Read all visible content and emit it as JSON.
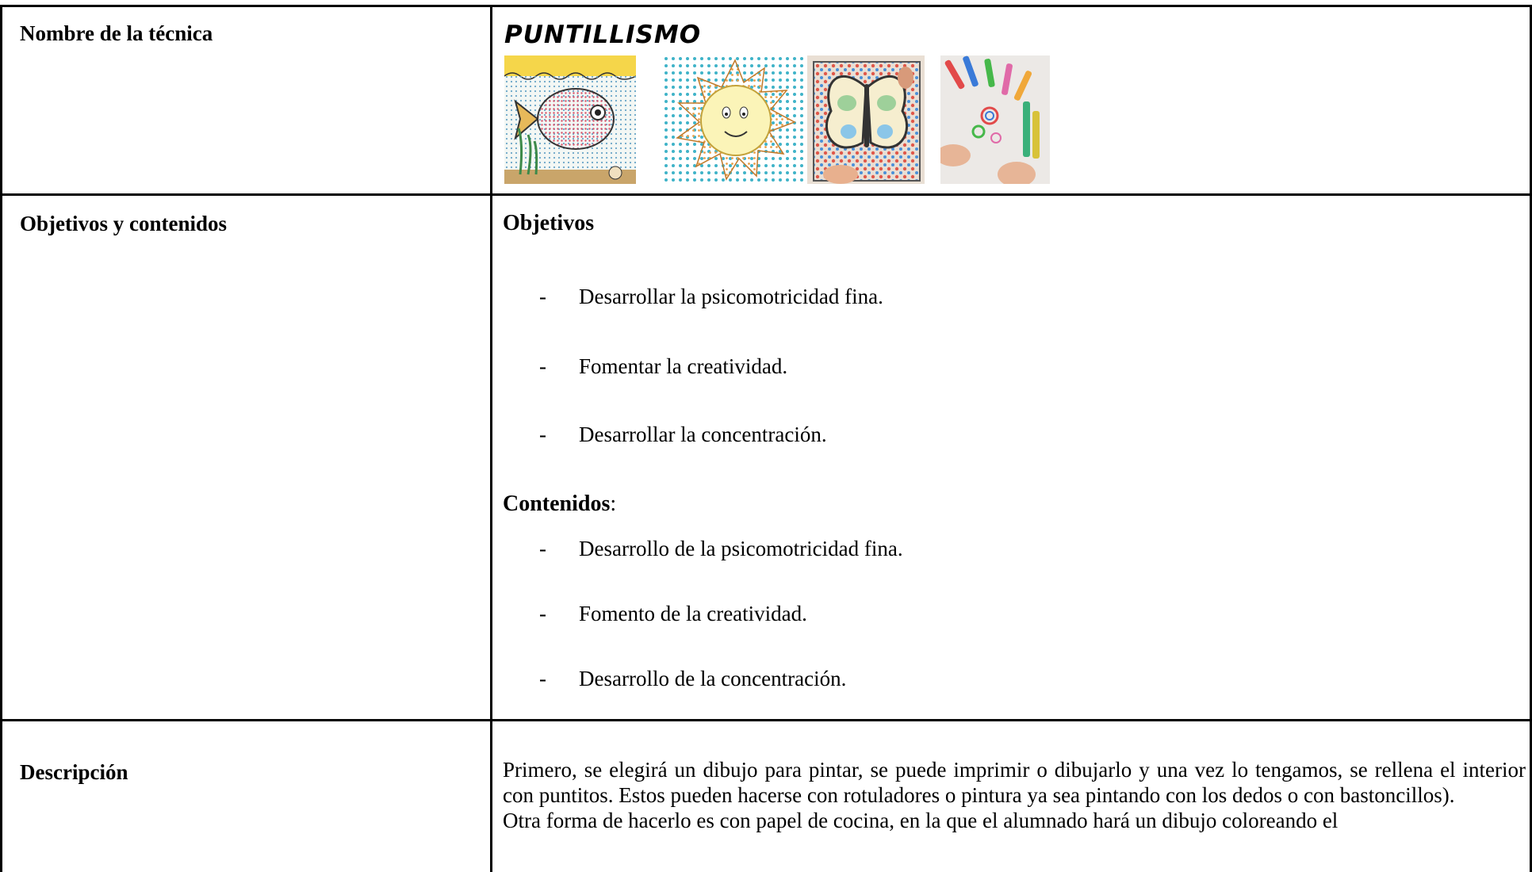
{
  "technique": {
    "label": "Nombre de la técnica",
    "title": "PUNTILLISMO",
    "images": [
      {
        "icon": "fish-pointillism-drawing"
      },
      {
        "icon": "sun-pointillism-drawing"
      },
      {
        "icon": "butterfly-pointillism-drawing"
      },
      {
        "icon": "markers-pointillism-photo"
      }
    ]
  },
  "objectives": {
    "label": "Objetivos y contenidos",
    "objetivos_title": "Objetivos",
    "objetivos": [
      "Desarrollar la psicomotricidad fina.",
      "Fomentar la creatividad.",
      "Desarrollar la concentración."
    ],
    "contenidos_title": "Contenidos",
    "contenidos_suffix": ":",
    "contenidos": [
      "Desarrollo de la psicomotricidad fina.",
      "Fomento de la creatividad.",
      "Desarrollo de la concentración."
    ],
    "dash": "-"
  },
  "description": {
    "label": "Descripción",
    "paragraph1": "Primero, se elegirá un dibujo para pintar, se puede imprimir o dibujarlo y una vez lo tengamos, se rellena el interior con puntitos. Estos pueden hacerse con rotuladores o pintura ya sea pintando con los dedos o con bastoncillos).",
    "paragraph2": "Otra forma de hacerlo es con papel de cocina, en la que el alumnado hará un dibujo coloreando el"
  }
}
